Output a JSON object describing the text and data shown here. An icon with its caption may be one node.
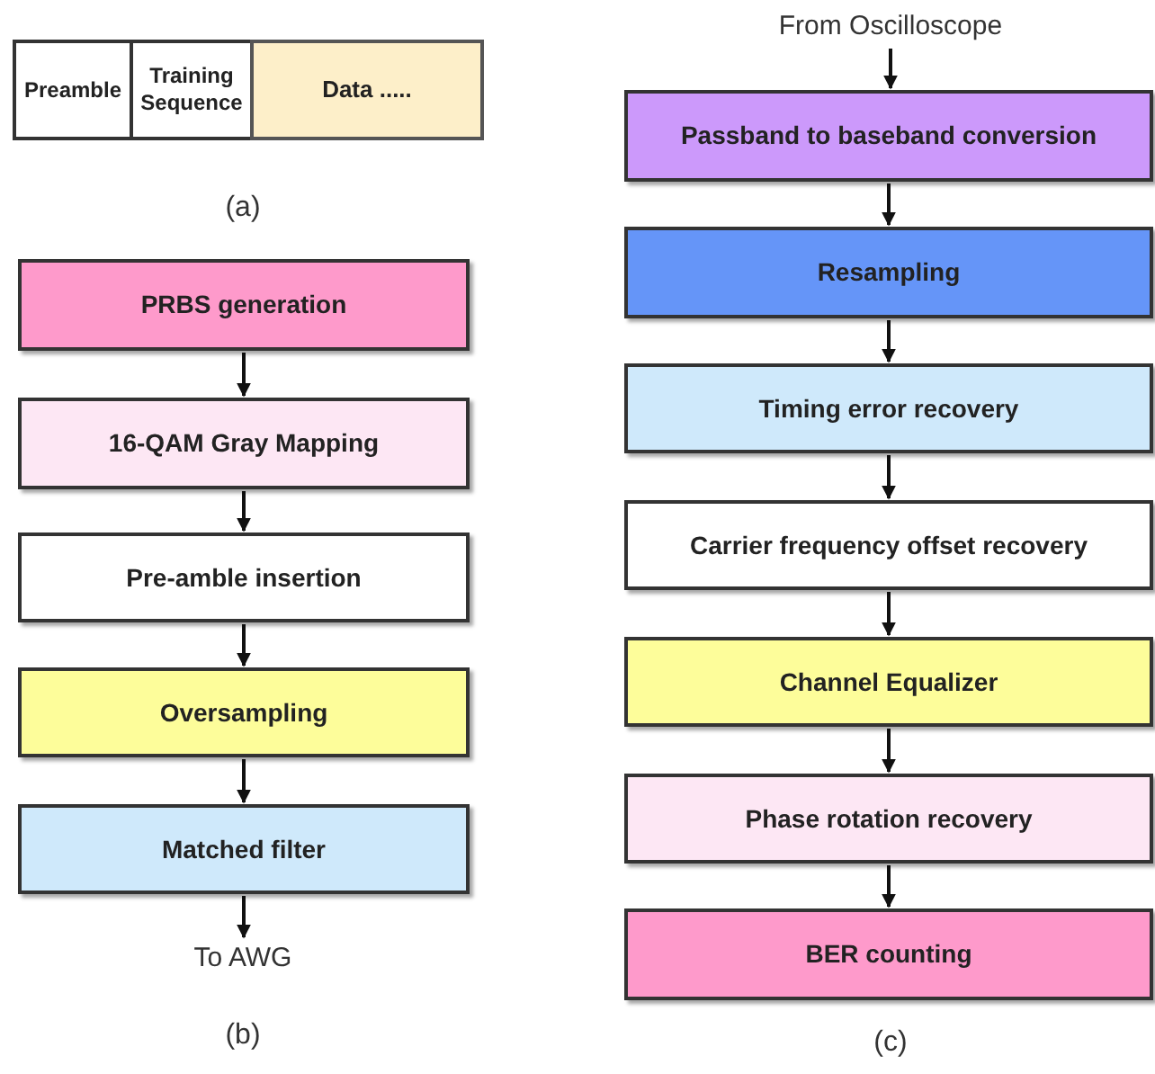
{
  "diagram": {
    "nodes": [
      {
        "text": [
          "Preamble"
        ]
      },
      {
        "text": [
          "Training Sequence"
        ]
      },
      {
        "text": [
          "Data ....."
        ]
      },
      {
        "text": [
          "PRBS generation"
        ]
      },
      {
        "text": [
          "16-QAM Gray Mapping"
        ]
      },
      {
        "text": [
          "Pre-amble insertion"
        ]
      },
      {
        "text": [
          "Oversampling"
        ]
      },
      {
        "text": [
          "Matched filter"
        ]
      },
      {
        "text": [
          "To AWG"
        ]
      },
      {
        "text": [
          "From Oscilloscope"
        ]
      },
      {
        "text": [
          "Passband to baseband conversion"
        ]
      },
      {
        "text": [
          "Resampling"
        ]
      },
      {
        "text": [
          "Timing error recovery"
        ]
      },
      {
        "text": [
          "Carrier frequency offset recovery"
        ]
      },
      {
        "text": [
          "Channel Equalizer"
        ]
      },
      {
        "text": [
          "Phase rotation recovery"
        ]
      },
      {
        "text": [
          "BER counting"
        ]
      }
    ],
    "edges": [
      {
        "from": 3,
        "to": 4,
        "arrow": "to"
      },
      {
        "from": 4,
        "to": 5,
        "arrow": "to"
      },
      {
        "from": 5,
        "to": 6,
        "arrow": "to"
      },
      {
        "from": 6,
        "to": 7,
        "arrow": "to"
      },
      {
        "from": 7,
        "to": 8,
        "arrow": "to"
      },
      {
        "from": 9,
        "to": 10,
        "arrow": "to"
      },
      {
        "from": 10,
        "to": 11,
        "arrow": "to"
      },
      {
        "from": 11,
        "to": 12,
        "arrow": "to"
      },
      {
        "from": 12,
        "to": 13,
        "arrow": "to"
      },
      {
        "from": 13,
        "to": 14,
        "arrow": "to"
      },
      {
        "from": 14,
        "to": 15,
        "arrow": "to"
      },
      {
        "from": 15,
        "to": 16,
        "arrow": "to"
      }
    ],
    "labels": [
      "(a)",
      "(b)",
      "(c)"
    ]
  }
}
